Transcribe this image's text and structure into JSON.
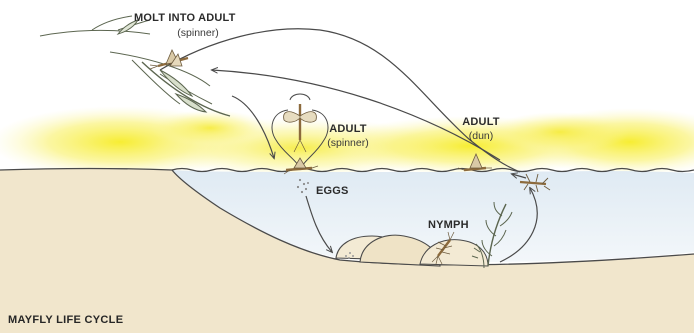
{
  "diagram": {
    "title": "MAYFLY LIFE CYCLE",
    "stages": {
      "molt": {
        "label": "MOLT INTO ADULT",
        "sub": "(spinner)"
      },
      "adult_spinner": {
        "label": "ADULT",
        "sub": "(spinner)"
      },
      "adult_dun": {
        "label": "ADULT",
        "sub": "(dun)"
      },
      "eggs": {
        "label": "EGGS"
      },
      "nymph": {
        "label": "NYMPH"
      }
    },
    "colors": {
      "sky_glow": "#f7ee3a",
      "water": "#e9f1f7",
      "ground": "#efe3c7",
      "line": "#4a4a4a",
      "leaf": "#7a8a6a",
      "mayfly": "#b8935a"
    },
    "icons": [
      "grass-blade-icon",
      "mayfly-spinner-icon",
      "mayfly-dun-icon",
      "mayfly-nymph-icon",
      "egg-cluster-icon",
      "pondweed-icon"
    ]
  }
}
